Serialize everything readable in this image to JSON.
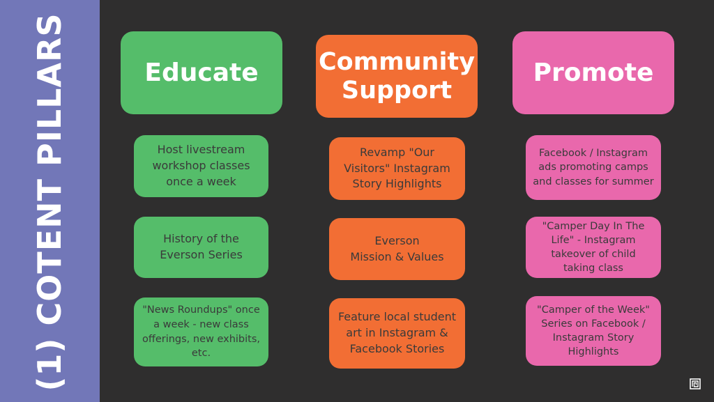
{
  "title": "(1) COTENT PILLARS",
  "colors": {
    "background": "#2f2e2e",
    "sidebar": "#7277b8",
    "educate": "#55bd6a",
    "community": "#f26e34",
    "promote": "#e968ac"
  },
  "columns": [
    {
      "header": "Educate",
      "items": [
        "Host livestream\nworkshop classes\nonce a week",
        "History of the\nEverson Series",
        "\"News Roundups\" once\na week - new class\nofferings, new exhibits,\netc."
      ]
    },
    {
      "header": "Community\nSupport",
      "items": [
        "Revamp \"Our\nVisitors\" Instagram\nStory Highlights",
        "Everson\nMission & Values",
        "Feature local student\nart in Instagram &\nFacebook Stories"
      ]
    },
    {
      "header": "Promote",
      "items": [
        "Facebook / Instagram\nads promoting camps\nand classes for summer",
        "\"Camper Day In The\nLife\" - Instagram\ntakeover of child\ntaking class",
        "\"Camper of the Week\"\nSeries on Facebook /\nInstagram Story\nHighlights"
      ]
    }
  ],
  "logo_icon": "square-spiral-logo-icon"
}
